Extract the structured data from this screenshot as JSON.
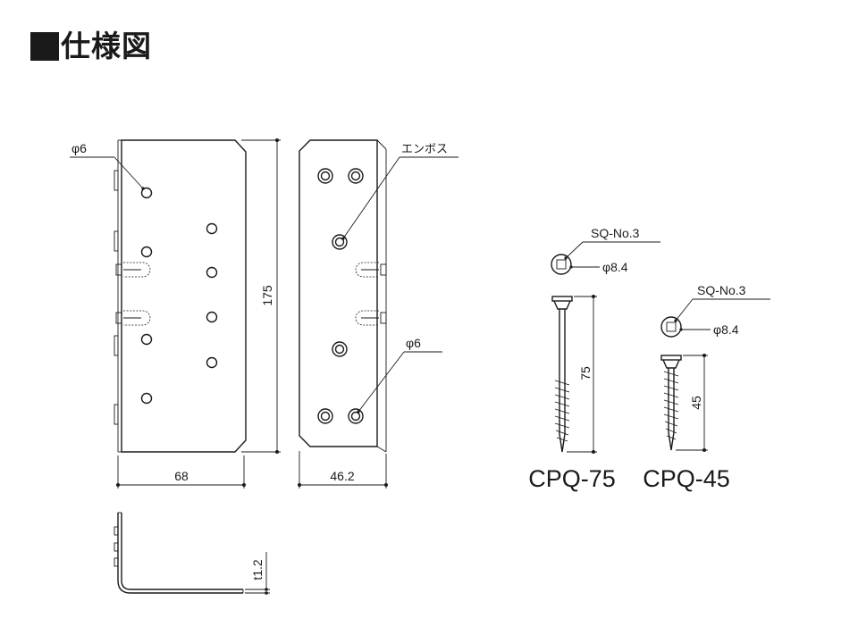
{
  "title": "仕様図",
  "bracket": {
    "front": {
      "hole_label": "φ6",
      "height_dim": "175",
      "width_dim": "68"
    },
    "back": {
      "emboss_label": "エンボス",
      "hole_label": "φ6",
      "width_dim": "46.2"
    },
    "side": {
      "thickness_dim": "t1.2"
    }
  },
  "screws": [
    {
      "model": "CPQ-75",
      "drive": "SQ-No.3",
      "head_dia": "φ8.4",
      "length_dim": "75"
    },
    {
      "model": "CPQ-45",
      "drive": "SQ-No.3",
      "head_dia": "φ8.4",
      "length_dim": "45"
    }
  ]
}
